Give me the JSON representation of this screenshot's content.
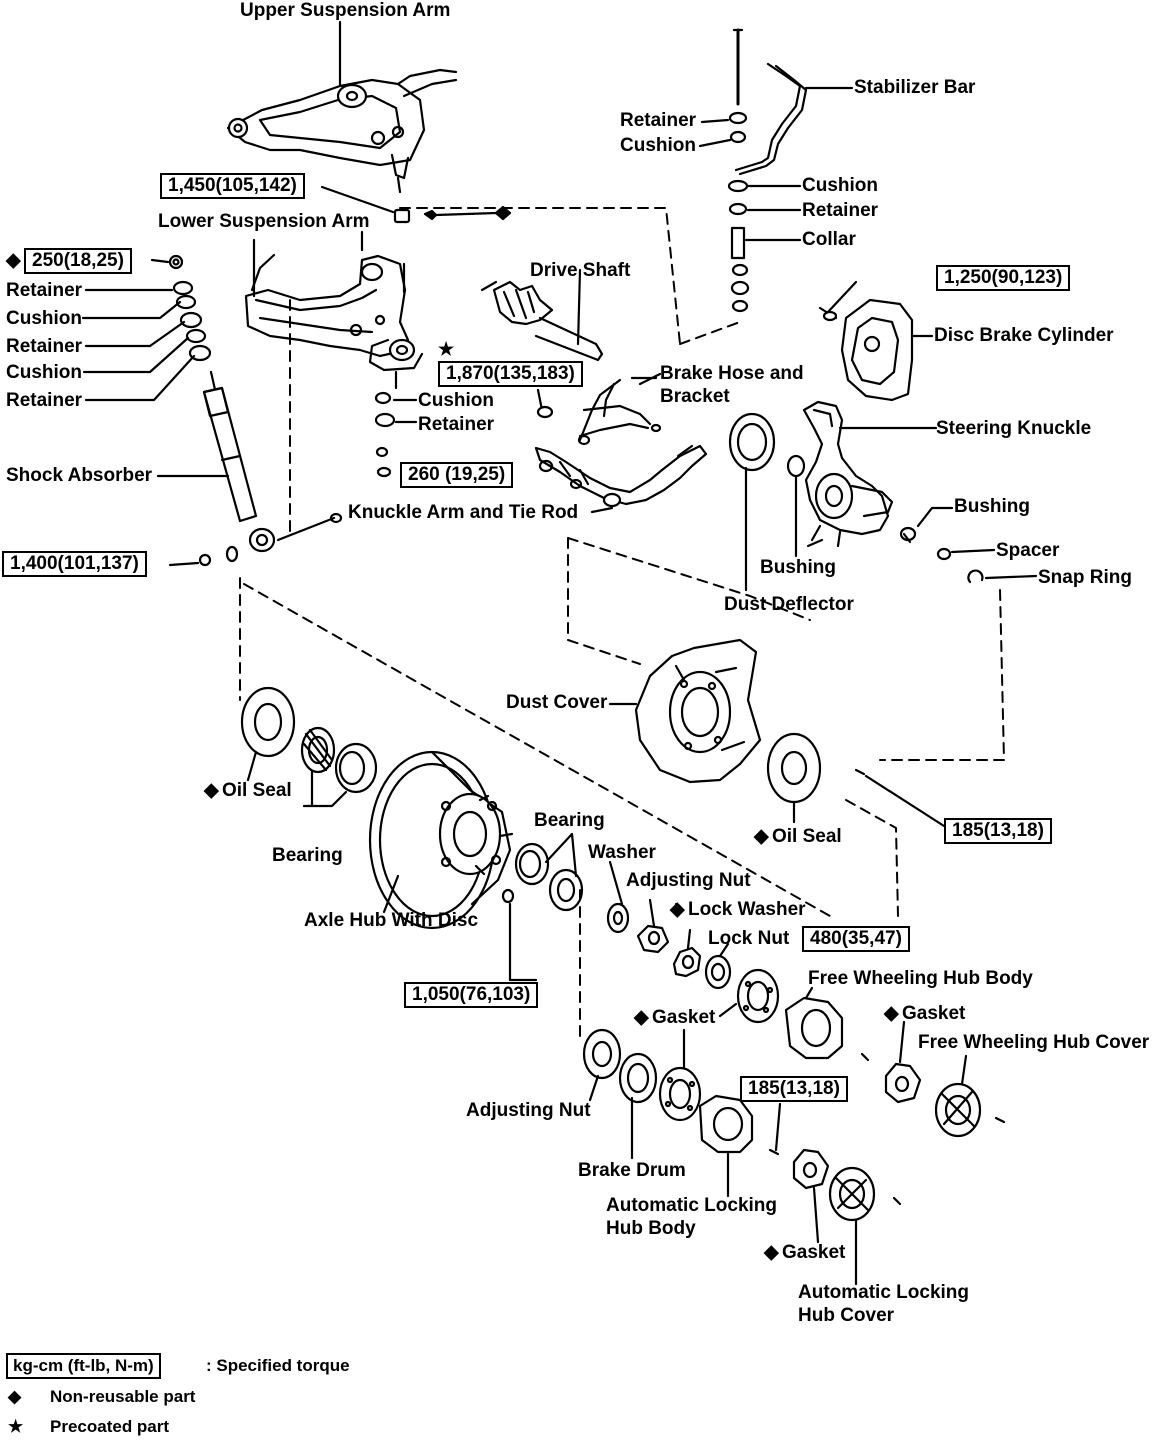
{
  "labels": {
    "upper_suspension_arm": "Upper Suspension Arm",
    "stabilizer_bar": "Stabilizer Bar",
    "retainer": "Retainer",
    "cushion": "Cushion",
    "collar": "Collar",
    "lower_suspension_arm": "Lower Suspension Arm",
    "drive_shaft": "Drive Shaft",
    "disc_brake_cylinder": "Disc Brake Cylinder",
    "brake_hose_and_bracket_1": "Brake Hose and",
    "brake_hose_and_bracket_2": "Bracket",
    "steering_knuckle": "Steering Knuckle",
    "shock_absorber": "Shock Absorber",
    "knuckle_arm_and_tie_rod": "Knuckle Arm and Tie Rod",
    "bushing": "Bushing",
    "spacer": "Spacer",
    "snap_ring": "Snap Ring",
    "dust_deflector": "Dust Deflector",
    "dust_cover": "Dust Cover",
    "oil_seal": "Oil Seal",
    "bearing": "Bearing",
    "washer": "Washer",
    "adjusting_nut": "Adjusting Nut",
    "lock_washer": "Lock Washer",
    "lock_nut": "Lock Nut",
    "axle_hub_with_disc": "Axle Hub With Disc",
    "free_wheeling_hub_body": "Free Wheeling Hub Body",
    "gasket": "Gasket",
    "free_wheeling_hub_cover": "Free Wheeling Hub Cover",
    "brake_drum": "Brake Drum",
    "automatic_locking_hub_body_1": "Automatic Locking",
    "automatic_locking_hub_body_2": "Hub Body",
    "automatic_locking_hub_cover_1": "Automatic Locking",
    "automatic_locking_hub_cover_2": "Hub Cover"
  },
  "torques": {
    "upper_arm": "1,450(105,142)",
    "top_left": "250(18,25)",
    "brake_cylinder": "1,250(90,123)",
    "ball_joint": "1,870(135,183)",
    "tie_rod": "260 (19,25)",
    "shock": "1,400(101,137)",
    "dust_cover": "185(13,18)",
    "lock_nut": "480(35,47)",
    "hub_nut": "1,050(76,103)",
    "hub_body": "185(13,18)"
  },
  "symbols": {
    "diamond": "◆",
    "star": "★"
  },
  "legend": {
    "units": "kg-cm (ft-lb, N-m)",
    "units_desc": ": Specified torque",
    "non_reusable": "Non-reusable part",
    "precoated": "Precoated part"
  }
}
